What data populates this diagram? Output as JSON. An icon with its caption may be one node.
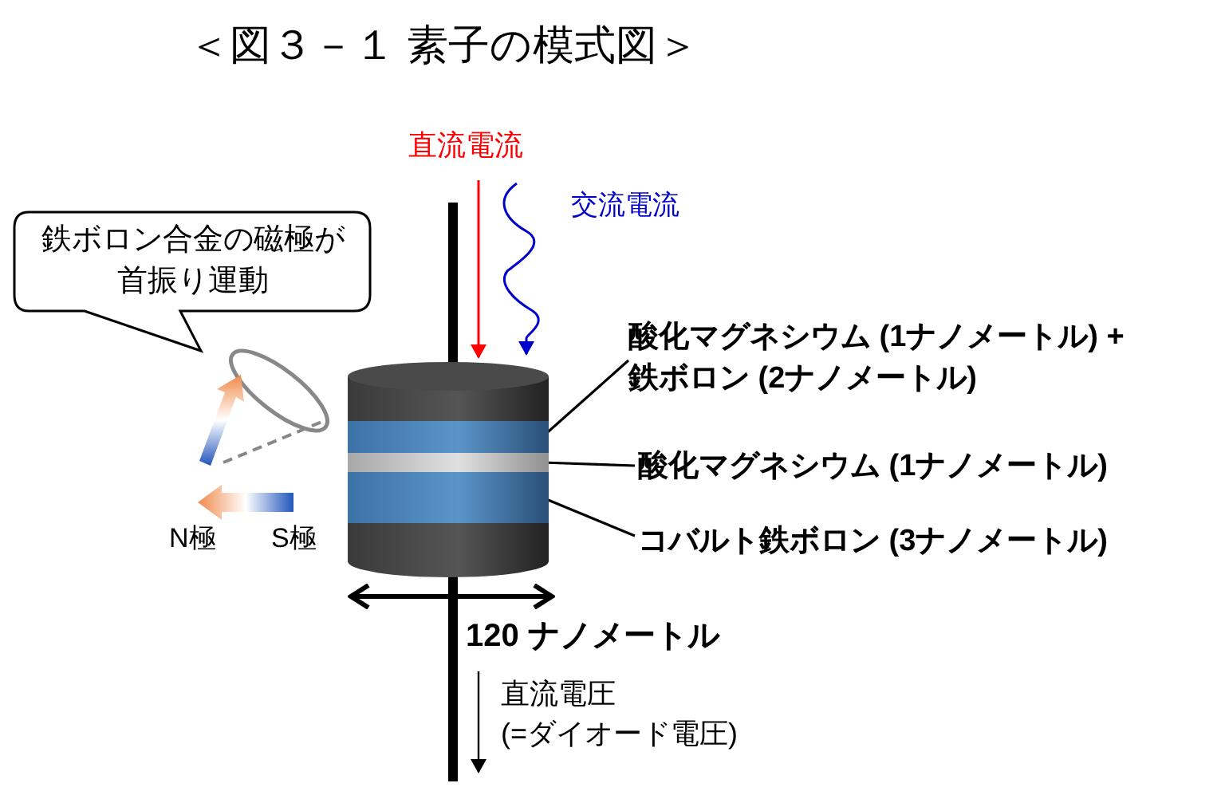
{
  "diagram": {
    "title": "＜図３－１ 素子の模式図＞",
    "nodes": [
      {
        "text": [
          "鉄ボロン合金の磁極が首振り運動"
        ]
      },
      {
        "text": [],
        "shape": "cylinder"
      },
      {
        "text": [],
        "shape": "bar",
        "in": 1
      },
      {
        "text": [],
        "shape": "bar",
        "in": 1
      },
      {
        "text": [],
        "shape": "bar",
        "in": 1
      },
      {
        "text": [
          "酸化マグネシウム (1ナノメートル) + 鉄ボロン (2ナノメートル)"
        ]
      },
      {
        "text": [
          "酸化マグネシウム (1ナノメートル)"
        ]
      },
      {
        "text": [
          "コバルト鉄ボロン (3ナノメートル)"
        ]
      }
    ],
    "edges": [
      {
        "from": 5,
        "to": 2,
        "arrow": "none"
      },
      {
        "from": 6,
        "to": 3,
        "arrow": "none"
      },
      {
        "from": 7,
        "to": 4,
        "arrow": "none"
      }
    ],
    "labels": [
      "直流電流",
      "交流電流",
      "N極",
      "S極",
      "120 ナノメートル",
      "直流電圧",
      "(=ダイオード電圧)"
    ]
  }
}
